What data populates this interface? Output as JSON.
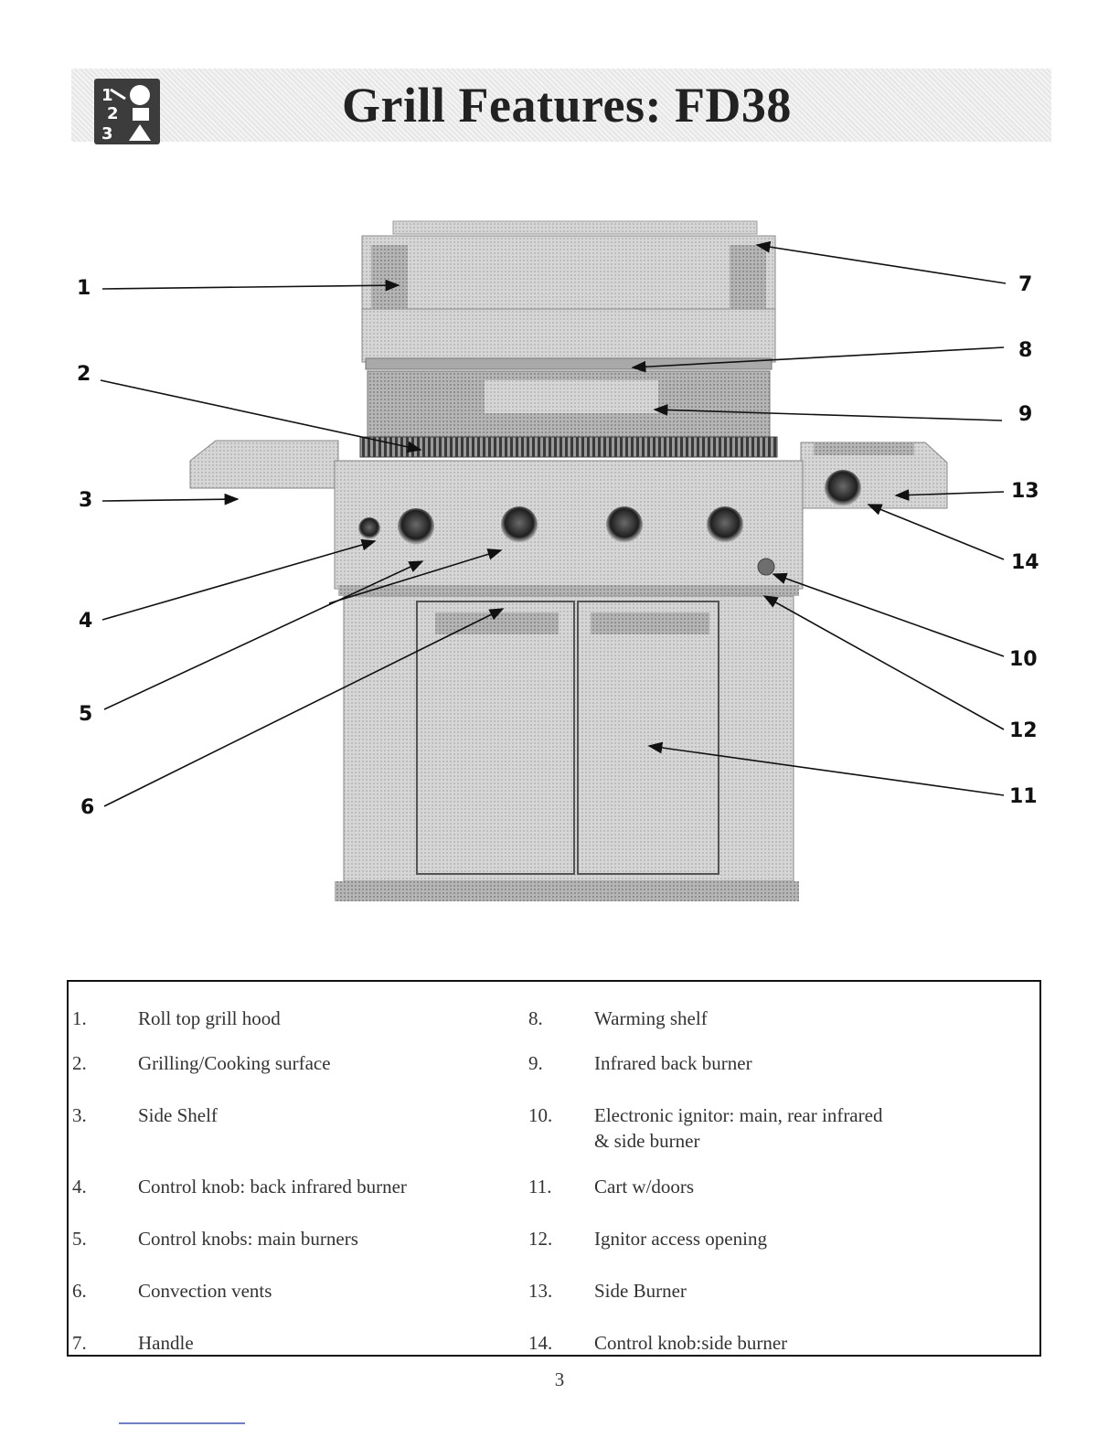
{
  "header": {
    "title": "Grill Features: FD38"
  },
  "callouts": [
    "1",
    "2",
    "3",
    "4",
    "5",
    "6",
    "7",
    "8",
    "9",
    "10",
    "11",
    "12",
    "13",
    "14"
  ],
  "legend": {
    "items": [
      {
        "num": "1.",
        "text": "Roll top grill hood"
      },
      {
        "num": "2.",
        "text": "Grilling/Cooking surface"
      },
      {
        "num": "3.",
        "text": "Side Shelf"
      },
      {
        "num": "4.",
        "text": "Control knob: back infrared burner"
      },
      {
        "num": "5.",
        "text": "Control knobs: main burners"
      },
      {
        "num": "6.",
        "text": "Convection vents"
      },
      {
        "num": "7.",
        "text": "Handle"
      },
      {
        "num": "8.",
        "text": "Warming shelf"
      },
      {
        "num": "9.",
        "text": "Infrared back burner"
      },
      {
        "num": "10.",
        "text": "Electronic ignitor: main, rear infrared\n & side burner"
      },
      {
        "num": "11.",
        "text": "Cart w/doors"
      },
      {
        "num": "12.",
        "text": "Ignitor access opening"
      },
      {
        "num": "13.",
        "text": "Side Burner"
      },
      {
        "num": "14.",
        "text": "Control knob:side burner"
      }
    ]
  },
  "page_number": "3"
}
